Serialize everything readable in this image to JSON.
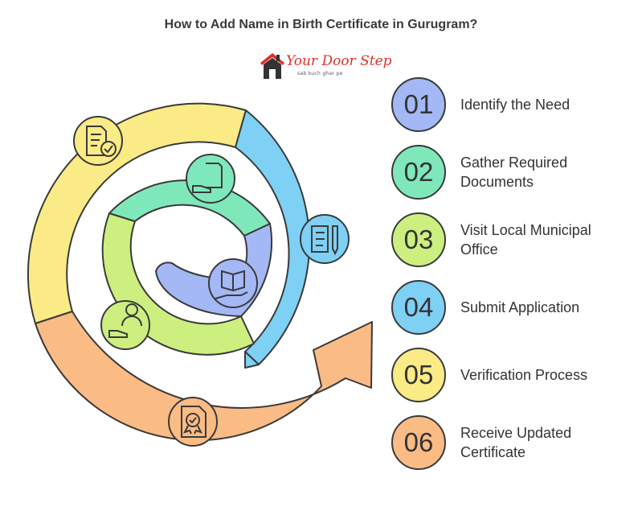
{
  "title": "How to Add Name in Birth Certificate in Gurugram?",
  "logo": {
    "name": "Your Door Step",
    "tagline": "sab kuch ghar pe"
  },
  "steps": [
    {
      "number": "01",
      "label": "Identify the Need",
      "color": "#a3b8f5",
      "icon": "document-check-icon"
    },
    {
      "number": "02",
      "label": "Gather Required Documents",
      "color": "#7fe8bb",
      "icon": "document-hand-icon"
    },
    {
      "number": "03",
      "label": "Visit Local Municipal Office",
      "color": "#cdef80",
      "icon": "person-desk-icon"
    },
    {
      "number": "04",
      "label": "Submit Application",
      "color": "#7ed0f5",
      "icon": "checklist-pen-icon"
    },
    {
      "number": "05",
      "label": "Verification Process",
      "color": "#fbeb86",
      "icon": "book-hand-icon"
    },
    {
      "number": "06",
      "label": "Receive Updated Certificate",
      "color": "#fbbb85",
      "icon": "certificate-icon"
    }
  ]
}
